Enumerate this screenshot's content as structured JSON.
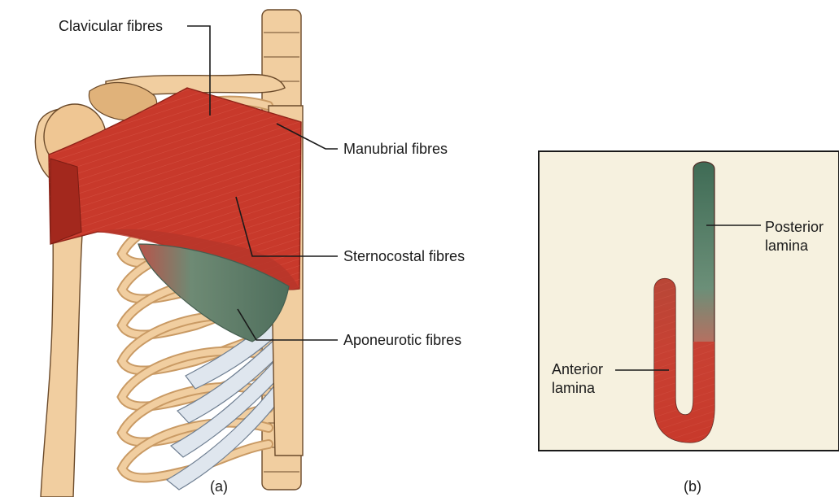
{
  "figure_a": {
    "labels": {
      "clavicular": "Clavicular fibres",
      "manubrial": "Manubrial fibres",
      "sternocostal": "Sternocostal fibres",
      "aponeurotic": "Aponeurotic fibres"
    },
    "caption": "(a)"
  },
  "figure_b": {
    "labels": {
      "posterior_line1": "Posterior",
      "posterior_line2": "lamina",
      "anterior_line1": "Anterior",
      "anterior_line2": "lamina"
    },
    "caption": "(b)"
  },
  "colors": {
    "muscle": "#c8392b",
    "muscle_dark": "#9e2a1f",
    "aponeurosis": "#5f7a66",
    "bone": "#f1cea0",
    "cartilage": "#dfe6ee",
    "panel_bg": "#f6f1df"
  }
}
